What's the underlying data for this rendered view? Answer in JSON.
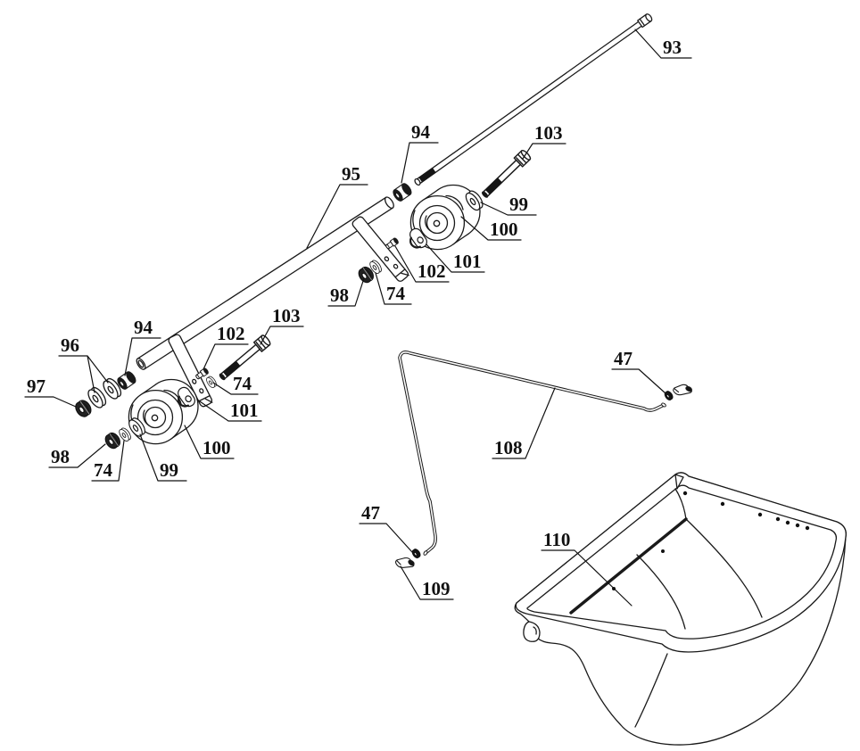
{
  "diagram": {
    "type": "exploded-parts-diagram",
    "background_color": "#ffffff",
    "line_color": "#1a1a1a",
    "parts_shown": [
      "47",
      "74",
      "93",
      "94",
      "95",
      "96",
      "97",
      "98",
      "99",
      "100",
      "101",
      "102",
      "103",
      "108",
      "109",
      "110"
    ],
    "callouts": [
      {
        "part": "93"
      },
      {
        "part": "94"
      },
      {
        "part": "103"
      },
      {
        "part": "99"
      },
      {
        "part": "100"
      },
      {
        "part": "101"
      },
      {
        "part": "102"
      },
      {
        "part": "74"
      },
      {
        "part": "98"
      },
      {
        "part": "95"
      },
      {
        "part": "94"
      },
      {
        "part": "96"
      },
      {
        "part": "97"
      },
      {
        "part": "98"
      },
      {
        "part": "74"
      },
      {
        "part": "99"
      },
      {
        "part": "100"
      },
      {
        "part": "102"
      },
      {
        "part": "103"
      },
      {
        "part": "74"
      },
      {
        "part": "101"
      },
      {
        "part": "108"
      },
      {
        "part": "47"
      },
      {
        "part": "47"
      },
      {
        "part": "109"
      },
      {
        "part": "110"
      }
    ]
  }
}
